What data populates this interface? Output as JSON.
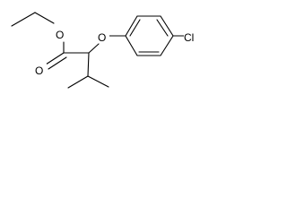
{
  "molecule": {
    "atoms": {
      "ester_o": "O",
      "carbonyl_o": "O",
      "ether_o": "O",
      "chlorine": "Cl"
    }
  }
}
